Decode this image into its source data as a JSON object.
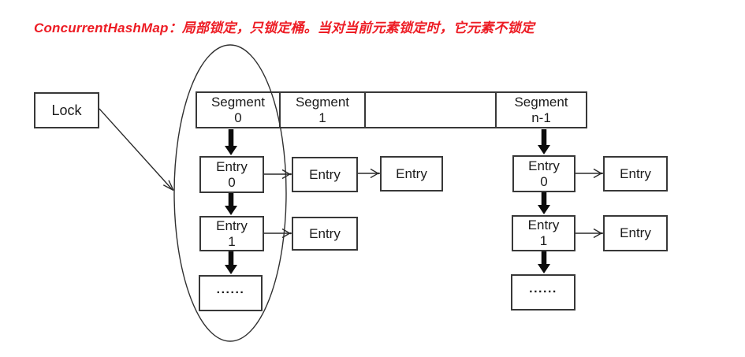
{
  "title": {
    "text": "ConcurrentHashMap：局部锁定，只锁定桶。当对当前元素锁定时，它元素不锁定",
    "color": "#ed1c24"
  },
  "lock_box": {
    "label": "Lock"
  },
  "segment_table": {
    "cells": [
      {
        "line1": "Segment",
        "line2": "0"
      },
      {
        "line1": "Segment",
        "line2": "1"
      },
      {
        "line1": "",
        "line2": ""
      },
      {
        "line1": "Segment",
        "line2": "n-1"
      }
    ]
  },
  "left_bucket": {
    "head0": {
      "line1": "Entry",
      "line2": "0"
    },
    "head0_chain": [
      {
        "label": "Entry"
      },
      {
        "label": "Entry"
      }
    ],
    "head1": {
      "line1": "Entry",
      "line2": "1"
    },
    "head1_chain": [
      {
        "label": "Entry"
      }
    ],
    "more": "......"
  },
  "right_bucket": {
    "head0": {
      "line1": "Entry",
      "line2": "0"
    },
    "head0_chain": [
      {
        "label": "Entry"
      }
    ],
    "head1": {
      "line1": "Entry",
      "line2": "1"
    },
    "head1_chain": [
      {
        "label": "Entry"
      }
    ],
    "more": "......"
  }
}
